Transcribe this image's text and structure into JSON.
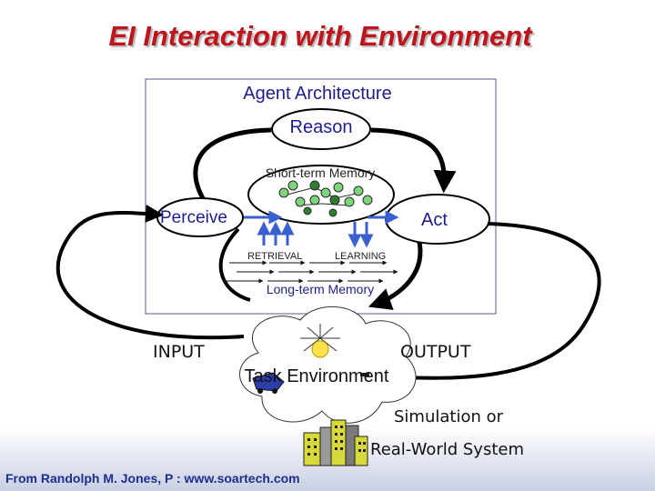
{
  "title": "EI Interaction with Environment",
  "agent": {
    "title": "Agent Architecture",
    "reason": "Reason",
    "short_term_memory": "Short-term Memory",
    "perceive": "Perceive",
    "act": "Act",
    "retrieval": "RETRIEVAL",
    "learning": "LEARNING",
    "long_term_memory": "Long-term Memory"
  },
  "environment": {
    "input": "INPUT",
    "output": "OUTPUT",
    "task": "Task Environment",
    "simulation": "Simulation or",
    "real_world": "Real-World System"
  },
  "credit": "From Randolph M. Jones, P : www.soartech.com",
  "colors": {
    "title": "#c0141c",
    "label_blue": "#1d1d8c",
    "arrow_blue": "#3a5fd0",
    "memory_green": "#7fd37a",
    "box_border": "#5a5a8a"
  }
}
